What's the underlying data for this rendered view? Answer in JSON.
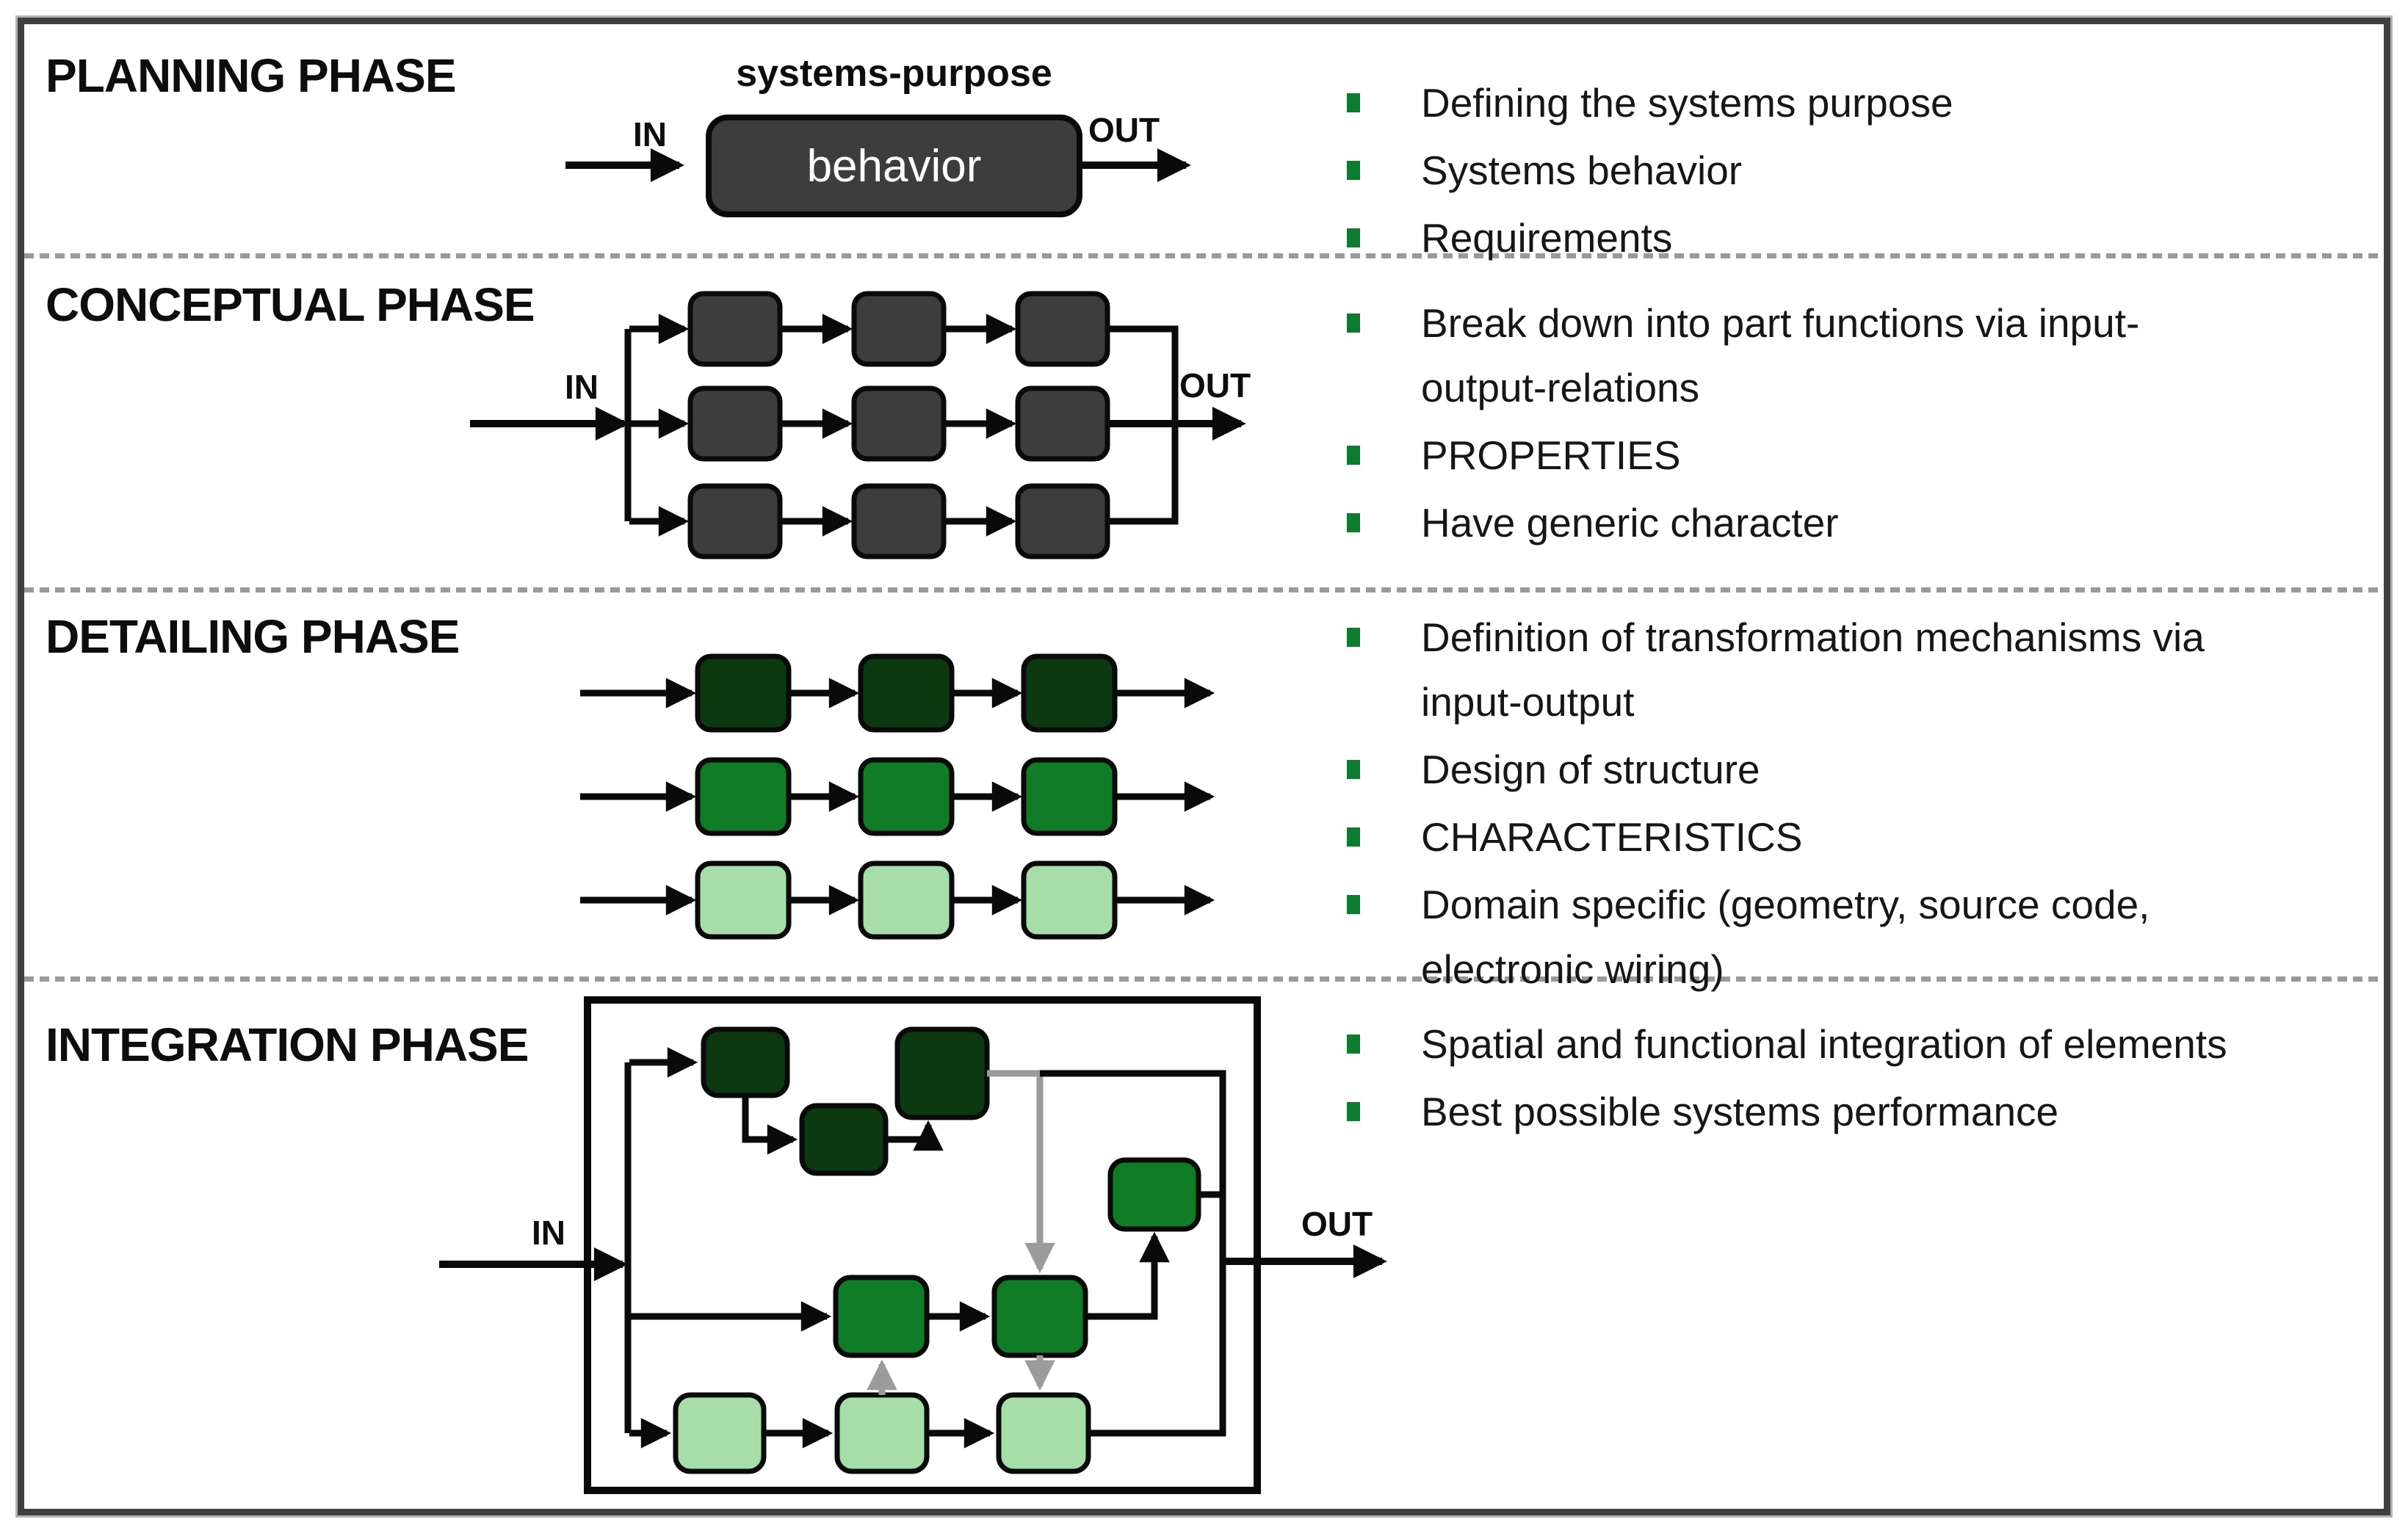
{
  "colors": {
    "box_dark_gray": "#3d3d3d",
    "green_dark": "#0c390f",
    "green_medium": "#117c26",
    "green_light": "#a6dda8",
    "bullet_green": "#0e7c2e",
    "arrow_black": "#0a0a0a",
    "arrow_gray": "#9b9b9b",
    "separator_gray": "#9a9a9a"
  },
  "phases": [
    {
      "title": "PLANNING PHASE",
      "diagram": {
        "top_label": "systems-purpose",
        "in_label": "IN",
        "out_label": "OUT",
        "box_label": "behavior"
      },
      "bullets": [
        {
          "text": "Defining the systems purpose"
        },
        {
          "text": "Systems behavior"
        },
        {
          "text": "Requirements"
        }
      ]
    },
    {
      "title": "CONCEPTUAL PHASE",
      "diagram": {
        "in_label": "IN",
        "out_label": "OUT"
      },
      "bullets": [
        {
          "text": "Break down into part functions via input-\noutput-relations"
        },
        {
          "text": "PROPERTIES"
        },
        {
          "text": "Have generic character"
        }
      ]
    },
    {
      "title": "DETAILING PHASE",
      "diagram": {},
      "bullets": [
        {
          "text": "Definition of transformation mechanisms via\ninput-output"
        },
        {
          "text": "Design of structure"
        },
        {
          "text": "CHARACTERISTICS"
        },
        {
          "text": "Domain specific  (geometry, source code,\nelectronic wiring)"
        }
      ]
    },
    {
      "title": "INTEGRATION PHASE",
      "diagram": {
        "in_label": "IN",
        "out_label": "OUT"
      },
      "bullets": [
        {
          "text": "Spatial and functional integration of elements"
        },
        {
          "text": "Best possible systems performance"
        }
      ]
    }
  ]
}
